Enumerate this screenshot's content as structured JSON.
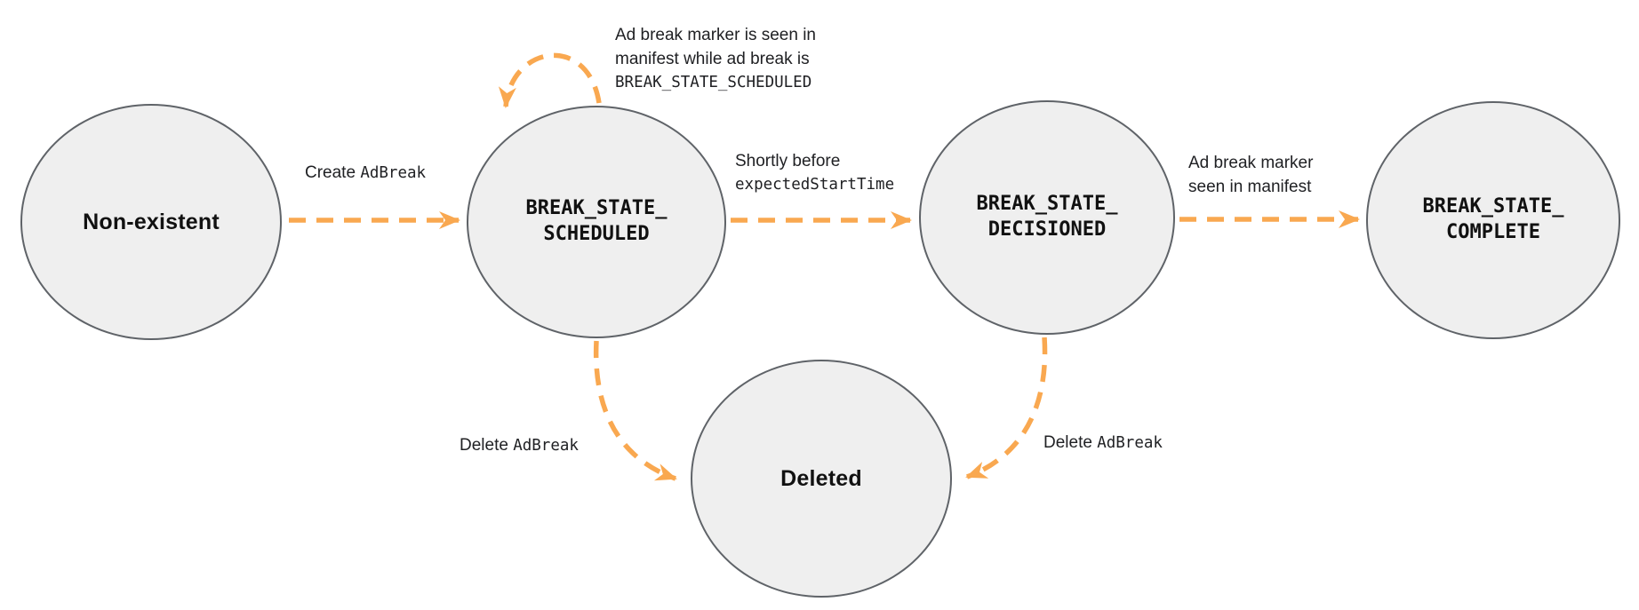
{
  "colors": {
    "arrow": "#F9A850",
    "node_fill": "#EFEFEF",
    "node_border": "#5F6368",
    "text": "#202124"
  },
  "nodes": {
    "non_existent": {
      "label": "Non-existent"
    },
    "scheduled": {
      "line1": "BREAK_STATE_",
      "line2": "SCHEDULED"
    },
    "decisioned": {
      "line1": "BREAK_STATE_",
      "line2": "DECISIONED"
    },
    "complete": {
      "line1": "BREAK_STATE_",
      "line2": "COMPLETE"
    },
    "deleted": {
      "label": "Deleted"
    }
  },
  "edges": {
    "create": {
      "parts": [
        {
          "text": "Create "
        },
        {
          "text": "AdBreak"
        }
      ]
    },
    "self_loop": {
      "lines": [
        "Ad break marker is seen in",
        "manifest while ad break is",
        "BREAK_STATE_SCHEDULED"
      ]
    },
    "shortly": {
      "line1": "Shortly before",
      "line2_code": "expectedStartTime"
    },
    "marker_seen": {
      "line1": "Ad break marker",
      "line2": "seen in manifest"
    },
    "delete_scheduled": {
      "parts": [
        {
          "text": "Delete "
        },
        {
          "text": "AdBreak"
        }
      ]
    },
    "delete_decisioned": {
      "parts": [
        {
          "text": "Delete "
        },
        {
          "text": "AdBreak"
        }
      ]
    }
  }
}
